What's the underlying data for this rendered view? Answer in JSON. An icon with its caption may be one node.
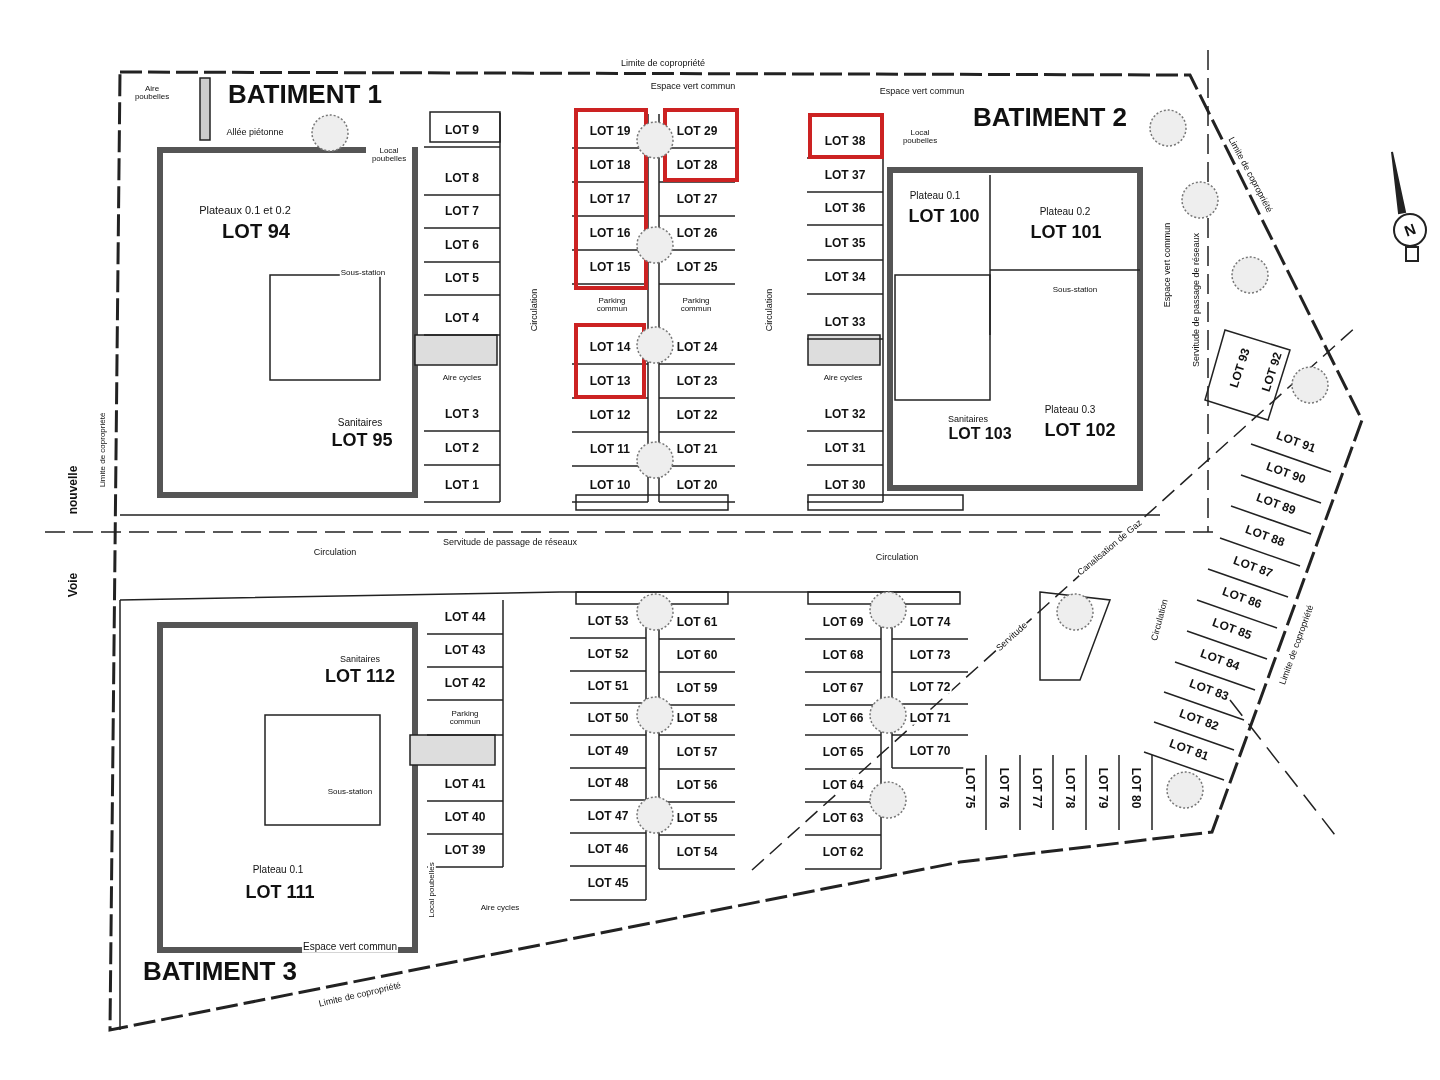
{
  "diagram": {
    "labels": [
      "Limite de copropriété",
      "Aire poubelles",
      "BATIMENT 1",
      "Espace vert commun",
      "Espace vert commun",
      "BATIMENT 2",
      "Allée piétonne",
      "Local poubelles",
      "Local poubelles",
      "Limite de copropriété",
      "Plateaux 0.1 et 0.2",
      "LOT 94",
      "Plateau 0.1",
      "LOT 100",
      "Plateau 0.2",
      "LOT 101",
      "Sous-station",
      "Sous-station",
      "Espace vert commun",
      "Servitude de passage de réseaux",
      "Circulation",
      "Circulation",
      "Parking commun",
      "Parking commun",
      "Aire cycles",
      "Aire cycles",
      "Sanitaires",
      "LOT 95",
      "Sanitaires",
      "LOT 103",
      "Plateau 0.3",
      "LOT 102",
      "LOT 9",
      "LOT 8",
      "LOT 7",
      "LOT 6",
      "LOT 5",
      "LOT 4",
      "LOT 3",
      "LOT 2",
      "LOT 1",
      "LOT 19",
      "LOT 18",
      "LOT 17",
      "LOT 16",
      "LOT 15",
      "LOT 14",
      "LOT 13",
      "LOT 12",
      "LOT 11",
      "LOT 10",
      "LOT 29",
      "LOT 28",
      "LOT 27",
      "LOT 26",
      "LOT 25",
      "LOT 24",
      "LOT 23",
      "LOT 22",
      "LOT 21",
      "LOT 20",
      "LOT 38",
      "LOT 37",
      "LOT 36",
      "LOT 35",
      "LOT 34",
      "LOT 33",
      "LOT 32",
      "LOT 31",
      "LOT 30",
      "Limite de copropriété",
      "nouvelle",
      "Voie",
      "Servitude de passage de réseaux",
      "Circulation",
      "Circulation",
      "Canalisation de Gaz",
      "Servitude",
      "Circulation",
      "Limite de copropriété",
      "Sanitaires",
      "LOT 112",
      "Sous-station",
      "Plateau 0.1",
      "LOT 111",
      "Local poubelles",
      "Aire cycles",
      "Espace vert commun",
      "BATIMENT 3",
      "Limite de copropriété",
      "LOT 44",
      "LOT 43",
      "LOT 42",
      "Parking commun",
      "LOT 41",
      "LOT 40",
      "LOT 39",
      "LOT 53",
      "LOT 52",
      "LOT 51",
      "LOT 50",
      "LOT 49",
      "LOT 48",
      "LOT 47",
      "LOT 46",
      "LOT 45",
      "LOT 61",
      "LOT 60",
      "LOT 59",
      "LOT 58",
      "LOT 57",
      "LOT 56",
      "LOT 55",
      "LOT 54",
      "LOT 69",
      "LOT 68",
      "LOT 67",
      "LOT 66",
      "LOT 65",
      "LOT 64",
      "LOT 63",
      "LOT 62",
      "LOT 74",
      "LOT 73",
      "LOT 72",
      "LOT 71",
      "LOT 70",
      "LOT 75",
      "LOT 76",
      "LOT 77",
      "LOT 78",
      "LOT 79",
      "LOT 80",
      "LOT 93",
      "LOT 92",
      "LOT 91",
      "LOT 90",
      "LOT 89",
      "LOT 88",
      "LOT 87",
      "LOT 86",
      "LOT 85",
      "LOT 84",
      "LOT 83",
      "LOT 82",
      "LOT 81",
      "N"
    ]
  }
}
